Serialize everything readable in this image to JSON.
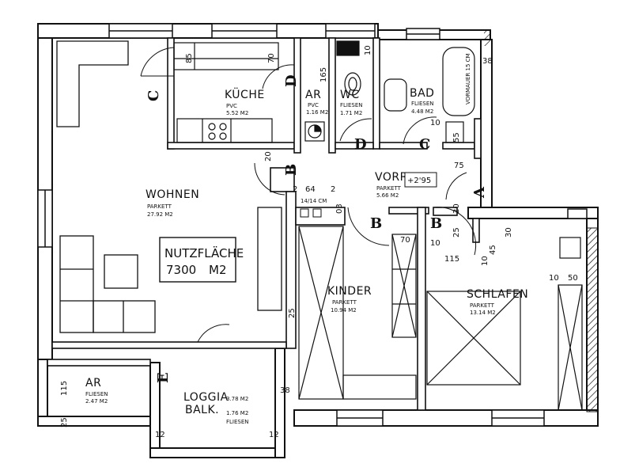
{
  "rooms": {
    "kueche": {
      "name": "KÜCHE",
      "floor": "PVC",
      "area": "5.52 M2"
    },
    "ar_top": {
      "name": "AR",
      "floor": "PVC",
      "area": "1.16 M2"
    },
    "wc": {
      "name": "WC",
      "floor": "FLIESEN",
      "area": "1.71 M2"
    },
    "bad": {
      "name": "BAD",
      "floor": "FLIESEN",
      "area": "4.48 M2"
    },
    "wohnen": {
      "name": "WOHNEN",
      "floor": "PARKETT",
      "area": "27.92 M2"
    },
    "vorr": {
      "name": "VORR.",
      "floor": "PARKETT",
      "area": "5.66 M2"
    },
    "kinder": {
      "name": "KINDER",
      "floor": "PARKETT",
      "area": "10.94 M2"
    },
    "schlafen": {
      "name": "SCHLAFEN",
      "floor": "PARKETT",
      "area": "13.14 M2"
    },
    "ar_bottom": {
      "name": "AR",
      "floor": "FLIESEN",
      "area": "2.47 M2"
    },
    "loggia": {
      "name1": "LOGGIA",
      "name2": "BALK.",
      "area1": "3.78 M2",
      "area2": "1.76 M2",
      "floor": "FLIESEN"
    }
  },
  "nutzflaeche": {
    "label": "NUTZFLÄCHE",
    "value": "7300",
    "unit": "M2"
  },
  "level": "+2'95",
  "vormauer": "VORMAUER 15 CM",
  "shaft": "14/14 CM",
  "door_letters": [
    "C",
    "D",
    "D",
    "C",
    "B",
    "A",
    "B",
    "B",
    "E"
  ],
  "dimensions": [
    "85",
    "70",
    "165",
    "10",
    "38",
    "10",
    "55",
    "75",
    "20",
    "64",
    "2",
    "2",
    "03",
    "20",
    "115",
    "10",
    "70",
    "25",
    "10",
    "45",
    "30",
    "10",
    "50",
    "25",
    "115",
    "25",
    "38",
    "12",
    "12"
  ]
}
